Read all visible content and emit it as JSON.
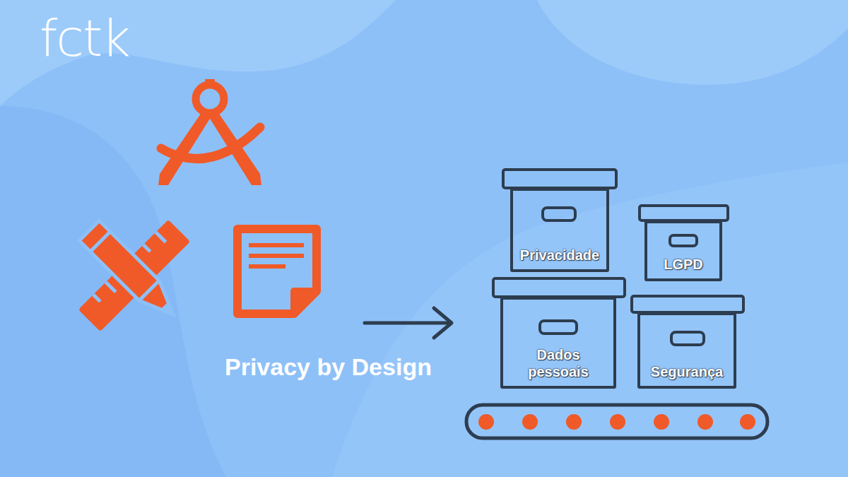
{
  "diagram": {
    "nodes": [
      {
        "text": [
          "Privacidade"
        ]
      },
      {
        "text": [
          "LGPD"
        ]
      },
      {
        "text": [
          "Dados pessoais"
        ]
      },
      {
        "text": [
          "Segurança"
        ]
      }
    ],
    "labels": [
      "fctk",
      "Privacy by Design"
    ]
  }
}
